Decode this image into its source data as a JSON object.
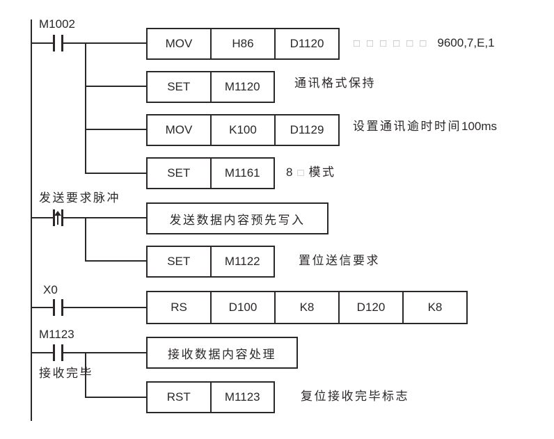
{
  "colors": {
    "line": "#2b2728",
    "placeholder_gray": "#b3b1b2",
    "background": "#ffffff"
  },
  "contacts": [
    {
      "label": "M1002",
      "type": "normally-open"
    },
    {
      "label": "发送要求脉冲",
      "type": "rising-edge-pulse"
    },
    {
      "label": "X0",
      "type": "normally-open"
    },
    {
      "label": "M1123",
      "type": "normally-open",
      "sublabel": "接收完毕"
    }
  ],
  "blocks": [
    {
      "cells": [
        "MOV",
        "H86",
        "D1120"
      ]
    },
    {
      "cells": [
        "SET",
        "M1120"
      ]
    },
    {
      "cells": [
        "MOV",
        "K100",
        "D1129"
      ]
    },
    {
      "cells": [
        "SET",
        "M1161"
      ]
    },
    {
      "cells": [
        "发送数据内容预先写入"
      ]
    },
    {
      "cells": [
        "SET",
        "M1122"
      ]
    },
    {
      "cells": [
        "RS",
        "D100",
        "K8",
        "D120",
        "K8"
      ]
    },
    {
      "cells": [
        "接收数据内容处理"
      ]
    },
    {
      "cells": [
        "RST",
        "M1123"
      ]
    }
  ],
  "comments": {
    "protocol_placeholder": "□□□□□□",
    "protocol_value": "9600,7,E,1",
    "comm_format": "通讯格式保持",
    "timeout_cn": "设置通讯逾时时间",
    "timeout_en": "100ms",
    "mode_prefix": "8",
    "mode_placeholder": "□",
    "mode_suffix": "模式",
    "set_send": "置位送信要求",
    "reset_flag": "复位接收完毕标志"
  }
}
